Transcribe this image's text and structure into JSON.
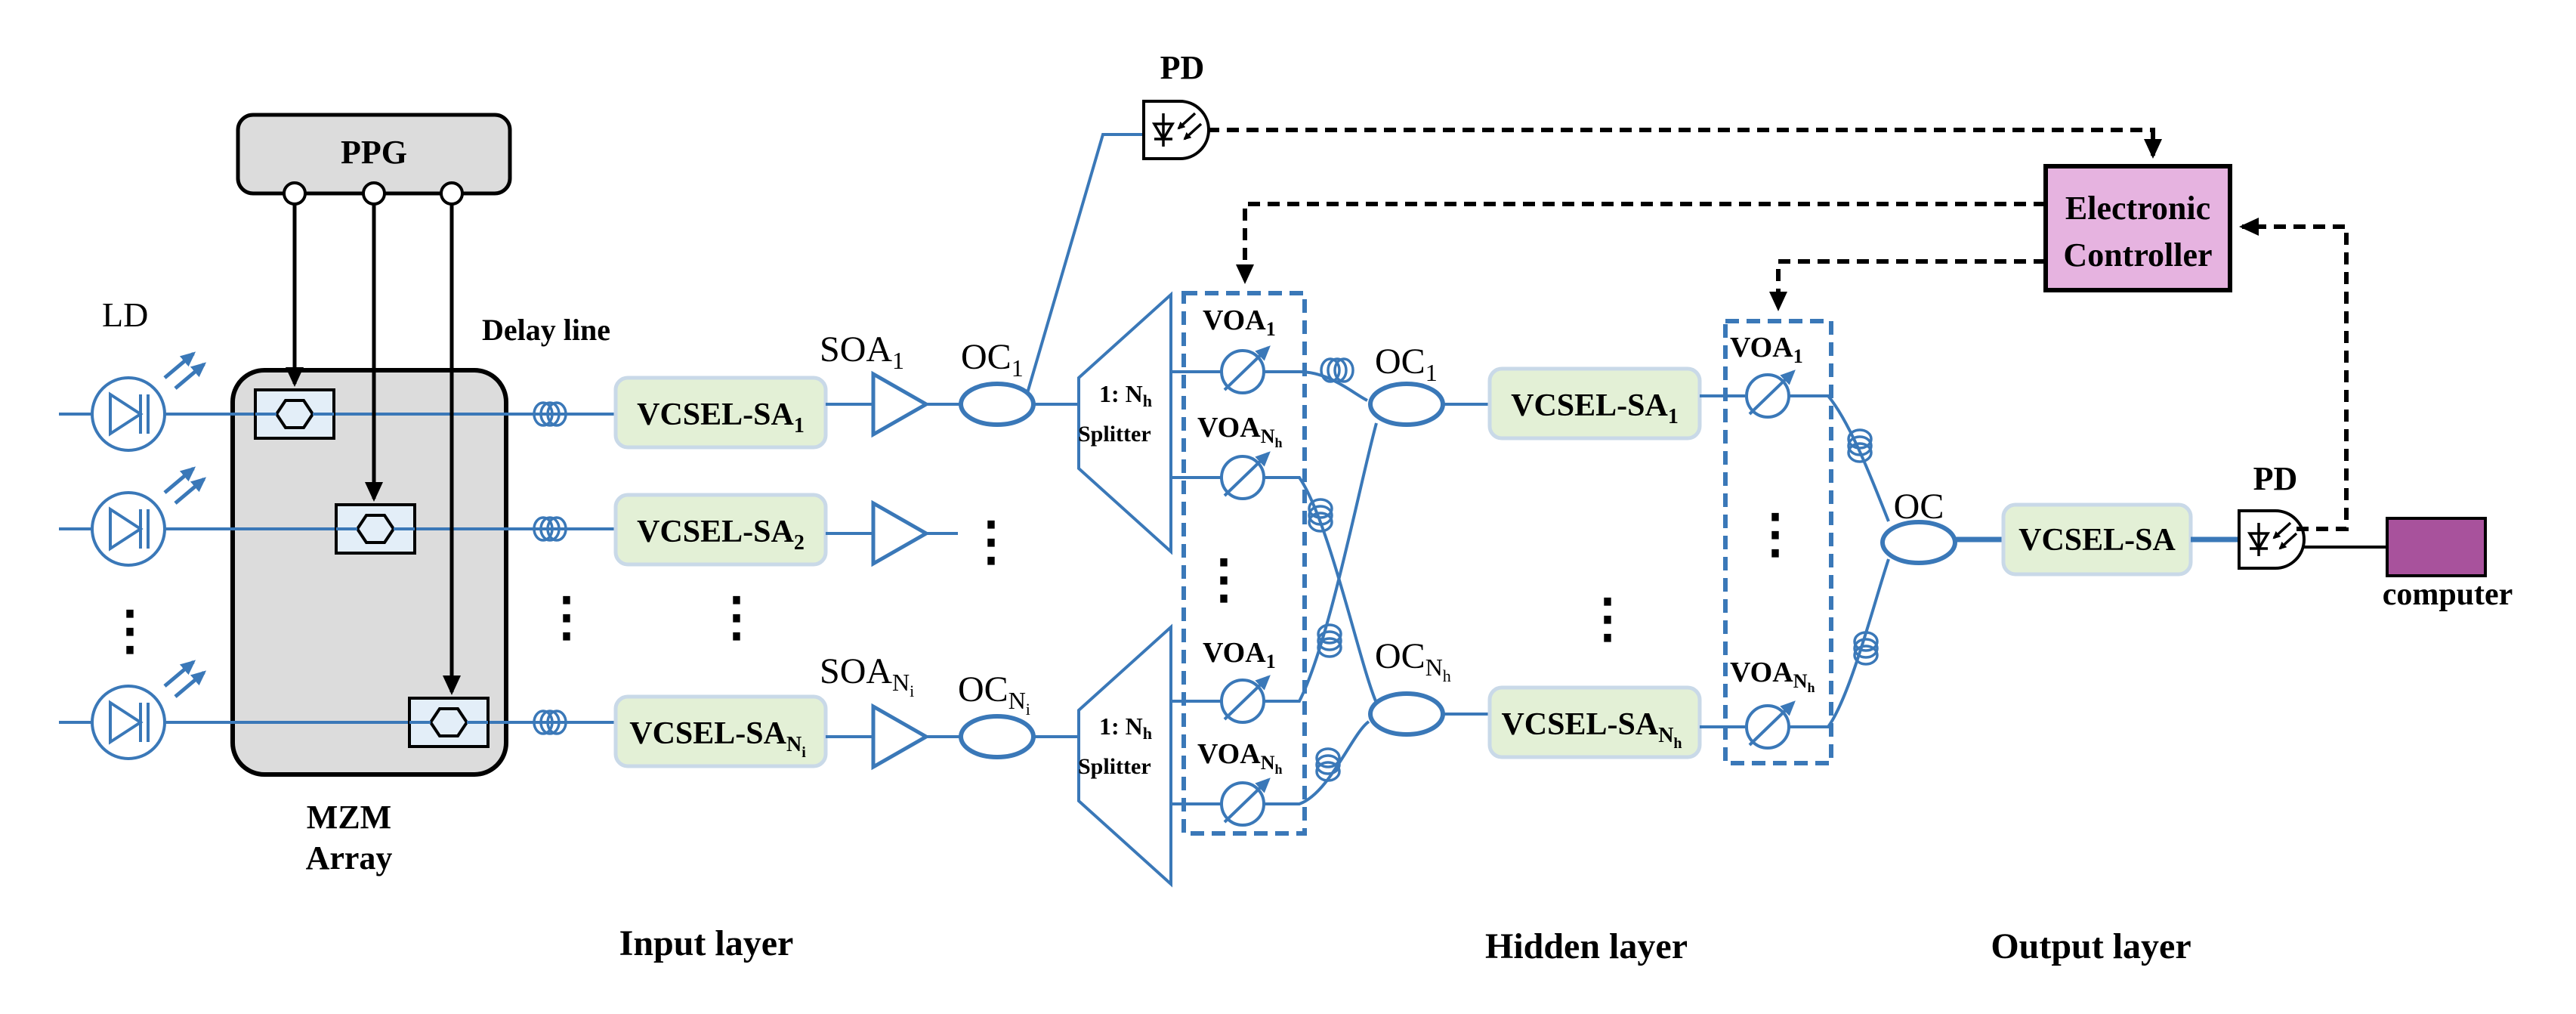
{
  "labels": {
    "ppg": "PPG",
    "ld": "LD",
    "delay_line": "Delay line",
    "mzm_line1": "MZM",
    "mzm_line2": "Array",
    "pd_top": "PD",
    "pd_right": "PD",
    "electronic_line1": "Electronic",
    "electronic_line2": "Controller",
    "computer": "computer",
    "oc_output": "OC",
    "vcsel_output": "VCSEL-SA",
    "splitter_ratio": "1: N",
    "splitter_sub": "h",
    "splitter_word": "Splitter",
    "ellipsis": "⋮",
    "layers": {
      "input": "Input layer",
      "hidden": "Hidden layer",
      "output": "Output layer"
    }
  },
  "input_vcsel": [
    {
      "main": "VCSEL-SA",
      "sub": "1"
    },
    {
      "main": "VCSEL-SA",
      "sub": "2"
    },
    {
      "main": "VCSEL-SA",
      "sub": "N",
      "subsub": "i"
    }
  ],
  "soa": [
    {
      "main": "SOA",
      "sub": "1"
    },
    {
      "main": "SOA",
      "sub": "N",
      "subsub": "i"
    }
  ],
  "oc_input": [
    {
      "main": "OC",
      "sub": "1"
    },
    {
      "main": "OC",
      "sub": "N",
      "subsub": "i"
    }
  ],
  "voa_hidden": [
    {
      "main": "VOA",
      "sub": "1"
    },
    {
      "main": "VOA",
      "sub": "N",
      "subsub": "h"
    },
    {
      "main": "VOA",
      "sub": "1"
    },
    {
      "main": "VOA",
      "sub": "N",
      "subsub": "h"
    }
  ],
  "oc_hidden": [
    {
      "main": "OC",
      "sub": "1"
    },
    {
      "main": "OC",
      "sub": "N",
      "subsub": "h"
    }
  ],
  "hidden_vcsel": [
    {
      "main": "VCSEL-SA",
      "sub": "1"
    },
    {
      "main": "VCSEL-SA",
      "sub": "N",
      "subsub": "h"
    }
  ],
  "voa_output": [
    {
      "main": "VOA",
      "sub": "1"
    },
    {
      "main": "VOA",
      "sub": "N",
      "subsub": "h"
    }
  ],
  "colors": {
    "wire": "#3a78b8",
    "vcsel_fill": "#e3f0d6",
    "vcsel_stroke": "#c9d9e8",
    "mzm_fill": "#dcdcdc",
    "controller_fill": "#e6b3e0",
    "computer_fill": "#a8529c"
  }
}
